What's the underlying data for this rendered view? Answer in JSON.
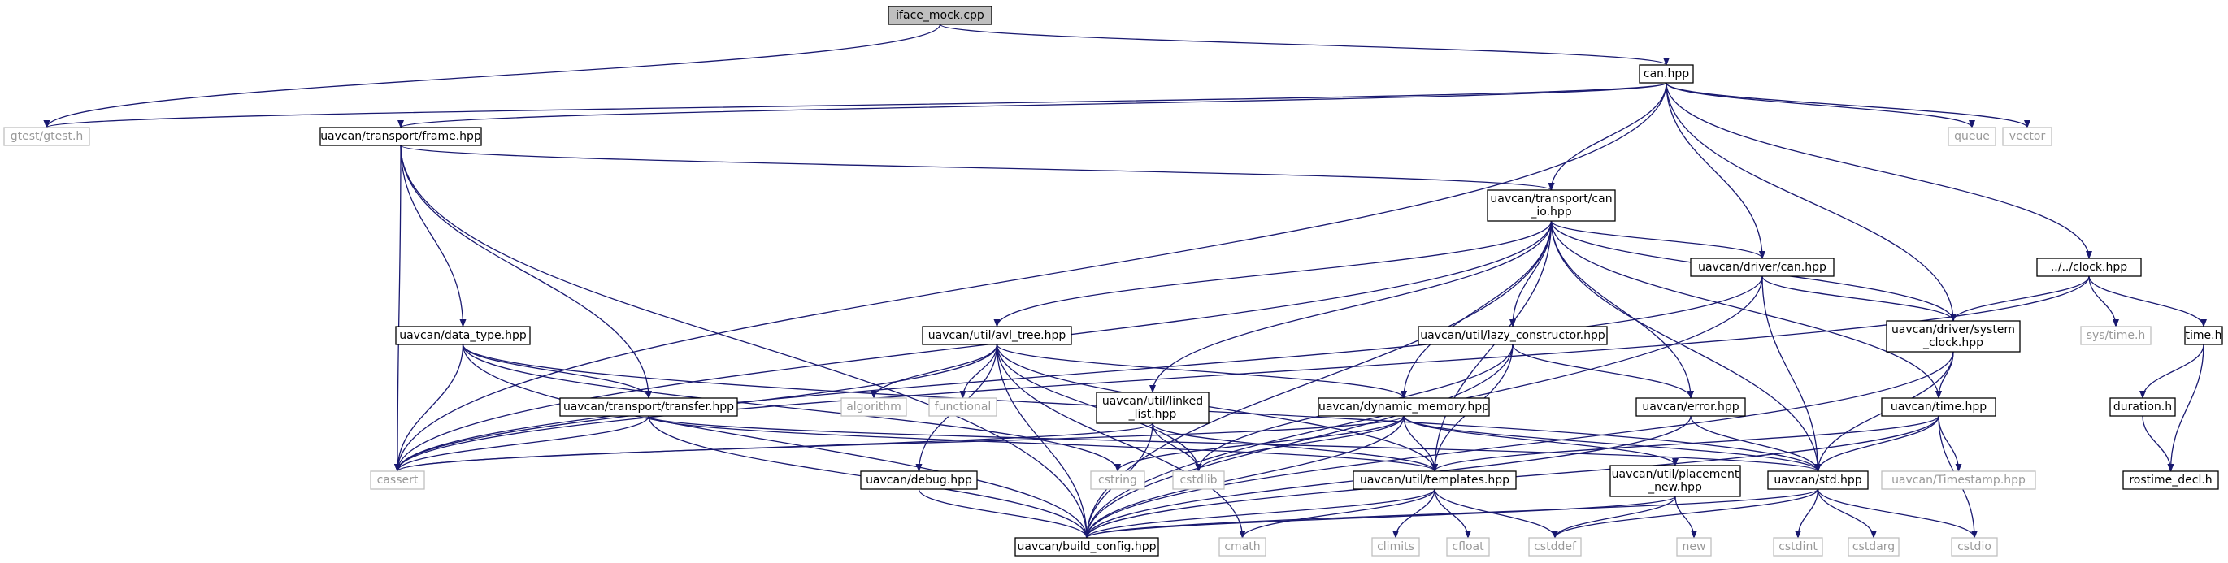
{
  "colors": {
    "edge": "#191970",
    "main_fill": "#bfbfbf",
    "local_border": "#000000",
    "system_border": "#bfbfbf",
    "system_text": "#999999"
  },
  "nodes": [
    {
      "id": "iface_mock",
      "lines": [
        "iface_mock.cpp"
      ],
      "kind": "main"
    },
    {
      "id": "can_hpp",
      "lines": [
        "can.hpp"
      ],
      "kind": "local"
    },
    {
      "id": "gtest",
      "lines": [
        "gtest/gtest.h"
      ],
      "kind": "system"
    },
    {
      "id": "frame",
      "lines": [
        "uavcan/transport/frame.hpp"
      ],
      "kind": "local"
    },
    {
      "id": "queue",
      "lines": [
        "queue"
      ],
      "kind": "system"
    },
    {
      "id": "vector",
      "lines": [
        "vector"
      ],
      "kind": "system"
    },
    {
      "id": "can_io",
      "lines": [
        "uavcan/transport/can",
        "_io.hpp"
      ],
      "kind": "local"
    },
    {
      "id": "driver_can",
      "lines": [
        "uavcan/driver/can.hpp"
      ],
      "kind": "local"
    },
    {
      "id": "clock",
      "lines": [
        "../../clock.hpp"
      ],
      "kind": "local"
    },
    {
      "id": "system_clock",
      "lines": [
        "uavcan/driver/system",
        "_clock.hpp"
      ],
      "kind": "local"
    },
    {
      "id": "data_type",
      "lines": [
        "uavcan/data_type.hpp"
      ],
      "kind": "local"
    },
    {
      "id": "avl_tree",
      "lines": [
        "uavcan/util/avl_tree.hpp"
      ],
      "kind": "local"
    },
    {
      "id": "lazy",
      "lines": [
        "uavcan/util/lazy_constructor.hpp"
      ],
      "kind": "local"
    },
    {
      "id": "sys_time",
      "lines": [
        "sys/time.h"
      ],
      "kind": "system"
    },
    {
      "id": "time_h",
      "lines": [
        "time.h"
      ],
      "kind": "local"
    },
    {
      "id": "algorithm",
      "lines": [
        "algorithm"
      ],
      "kind": "system"
    },
    {
      "id": "functional",
      "lines": [
        "functional"
      ],
      "kind": "system"
    },
    {
      "id": "linked_list",
      "lines": [
        "uavcan/util/linked",
        "_list.hpp"
      ],
      "kind": "local"
    },
    {
      "id": "transfer",
      "lines": [
        "uavcan/transport/transfer.hpp"
      ],
      "kind": "local"
    },
    {
      "id": "dyn_mem",
      "lines": [
        "uavcan/dynamic_memory.hpp"
      ],
      "kind": "local"
    },
    {
      "id": "error",
      "lines": [
        "uavcan/error.hpp"
      ],
      "kind": "local"
    },
    {
      "id": "time_hpp",
      "lines": [
        "uavcan/time.hpp"
      ],
      "kind": "local"
    },
    {
      "id": "duration",
      "lines": [
        "duration.h"
      ],
      "kind": "local"
    },
    {
      "id": "cassert",
      "lines": [
        "cassert"
      ],
      "kind": "system"
    },
    {
      "id": "debug",
      "lines": [
        "uavcan/debug.hpp"
      ],
      "kind": "local"
    },
    {
      "id": "cstring",
      "lines": [
        "cstring"
      ],
      "kind": "system"
    },
    {
      "id": "cstdlib",
      "lines": [
        "cstdlib"
      ],
      "kind": "system"
    },
    {
      "id": "templates",
      "lines": [
        "uavcan/util/templates.hpp"
      ],
      "kind": "local"
    },
    {
      "id": "placement",
      "lines": [
        "uavcan/util/placement",
        "_new.hpp"
      ],
      "kind": "local"
    },
    {
      "id": "std_hpp",
      "lines": [
        "uavcan/std.hpp"
      ],
      "kind": "local"
    },
    {
      "id": "timestamp",
      "lines": [
        "uavcan/Timestamp.hpp"
      ],
      "kind": "system"
    },
    {
      "id": "rostime",
      "lines": [
        "rostime_decl.h"
      ],
      "kind": "local"
    },
    {
      "id": "build_config",
      "lines": [
        "uavcan/build_config.hpp"
      ],
      "kind": "local"
    },
    {
      "id": "cmath",
      "lines": [
        "cmath"
      ],
      "kind": "system"
    },
    {
      "id": "climits",
      "lines": [
        "climits"
      ],
      "kind": "system"
    },
    {
      "id": "cfloat",
      "lines": [
        "cfloat"
      ],
      "kind": "system"
    },
    {
      "id": "cstddef",
      "lines": [
        "cstddef"
      ],
      "kind": "system"
    },
    {
      "id": "new",
      "lines": [
        "new"
      ],
      "kind": "system"
    },
    {
      "id": "cstdint",
      "lines": [
        "cstdint"
      ],
      "kind": "system"
    },
    {
      "id": "cstdarg",
      "lines": [
        "cstdarg"
      ],
      "kind": "system"
    },
    {
      "id": "cstdio",
      "lines": [
        "cstdio"
      ],
      "kind": "system"
    }
  ],
  "edges": [
    [
      "iface_mock",
      "can_hpp"
    ],
    [
      "iface_mock",
      "gtest"
    ],
    [
      "can_hpp",
      "gtest"
    ],
    [
      "can_hpp",
      "frame"
    ],
    [
      "can_hpp",
      "queue"
    ],
    [
      "can_hpp",
      "vector"
    ],
    [
      "can_hpp",
      "can_io"
    ],
    [
      "can_hpp",
      "driver_can"
    ],
    [
      "can_hpp",
      "clock"
    ],
    [
      "can_hpp",
      "system_clock"
    ],
    [
      "can_hpp",
      "cassert"
    ],
    [
      "frame",
      "can_io"
    ],
    [
      "frame",
      "data_type"
    ],
    [
      "frame",
      "transfer"
    ],
    [
      "frame",
      "cassert"
    ],
    [
      "frame",
      "build_config"
    ],
    [
      "can_io",
      "driver_can"
    ],
    [
      "can_io",
      "system_clock"
    ],
    [
      "can_io",
      "avl_tree"
    ],
    [
      "can_io",
      "lazy"
    ],
    [
      "can_io",
      "linked_list"
    ],
    [
      "can_io",
      "dyn_mem"
    ],
    [
      "can_io",
      "error"
    ],
    [
      "can_io",
      "time_hpp"
    ],
    [
      "can_io",
      "cassert"
    ],
    [
      "can_io",
      "std_hpp"
    ],
    [
      "can_io",
      "templates"
    ],
    [
      "can_io",
      "build_config"
    ],
    [
      "driver_can",
      "system_clock"
    ],
    [
      "driver_can",
      "std_hpp"
    ],
    [
      "driver_can",
      "build_config"
    ],
    [
      "driver_can",
      "cassert"
    ],
    [
      "clock",
      "system_clock"
    ],
    [
      "clock",
      "sys_time"
    ],
    [
      "clock",
      "time_h"
    ],
    [
      "clock",
      "cassert"
    ],
    [
      "system_clock",
      "time_hpp"
    ],
    [
      "system_clock",
      "std_hpp"
    ],
    [
      "system_clock",
      "build_config"
    ],
    [
      "data_type",
      "transfer"
    ],
    [
      "data_type",
      "std_hpp"
    ],
    [
      "data_type",
      "cassert"
    ],
    [
      "data_type",
      "cstring"
    ],
    [
      "data_type",
      "build_config"
    ],
    [
      "avl_tree",
      "algorithm"
    ],
    [
      "avl_tree",
      "functional"
    ],
    [
      "avl_tree",
      "debug"
    ],
    [
      "avl_tree",
      "dyn_mem"
    ],
    [
      "avl_tree",
      "templates"
    ],
    [
      "avl_tree",
      "cstdlib"
    ],
    [
      "avl_tree",
      "cassert"
    ],
    [
      "avl_tree",
      "build_config"
    ],
    [
      "avl_tree",
      "cmath"
    ],
    [
      "lazy",
      "error"
    ],
    [
      "lazy",
      "templates"
    ],
    [
      "lazy",
      "cstdlib"
    ],
    [
      "lazy",
      "build_config"
    ],
    [
      "time_h",
      "duration"
    ],
    [
      "time_h",
      "rostime"
    ],
    [
      "duration",
      "rostime"
    ],
    [
      "linked_list",
      "cassert"
    ],
    [
      "linked_list",
      "cstdlib"
    ],
    [
      "linked_list",
      "templates"
    ],
    [
      "linked_list",
      "build_config"
    ],
    [
      "transfer",
      "cassert"
    ],
    [
      "transfer",
      "std_hpp"
    ],
    [
      "transfer",
      "templates"
    ],
    [
      "transfer",
      "build_config"
    ],
    [
      "dyn_mem",
      "cstring"
    ],
    [
      "dyn_mem",
      "cstdlib"
    ],
    [
      "dyn_mem",
      "templates"
    ],
    [
      "dyn_mem",
      "placement"
    ],
    [
      "dyn_mem",
      "std_hpp"
    ],
    [
      "dyn_mem",
      "build_config"
    ],
    [
      "dyn_mem",
      "cassert"
    ],
    [
      "error",
      "std_hpp"
    ],
    [
      "error",
      "build_config"
    ],
    [
      "time_hpp",
      "std_hpp"
    ],
    [
      "time_hpp",
      "templates"
    ],
    [
      "time_hpp",
      "timestamp"
    ],
    [
      "time_hpp",
      "cstdio"
    ],
    [
      "time_hpp",
      "build_config"
    ],
    [
      "debug",
      "build_config"
    ],
    [
      "templates",
      "build_config"
    ],
    [
      "templates",
      "climits"
    ],
    [
      "templates",
      "cfloat"
    ],
    [
      "templates",
      "cmath"
    ],
    [
      "templates",
      "cstddef"
    ],
    [
      "placement",
      "cstddef"
    ],
    [
      "placement",
      "new"
    ],
    [
      "placement",
      "build_config"
    ],
    [
      "std_hpp",
      "build_config"
    ],
    [
      "std_hpp",
      "cstddef"
    ],
    [
      "std_hpp",
      "cstdint"
    ],
    [
      "std_hpp",
      "cstdarg"
    ],
    [
      "std_hpp",
      "cstdio"
    ]
  ]
}
